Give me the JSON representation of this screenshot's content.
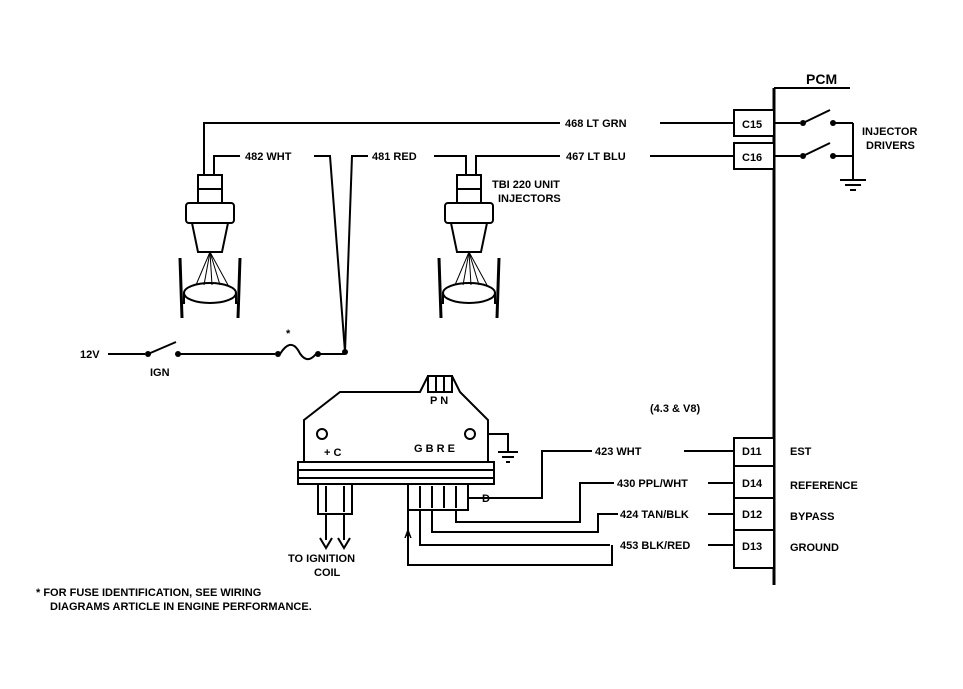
{
  "pcm": {
    "title": "PCM",
    "top_pins": [
      "C15",
      "C16"
    ],
    "bottom_pins": [
      "D11",
      "D14",
      "D12",
      "D13"
    ],
    "injector_label_1": "INJECTOR",
    "injector_label_2": "DRIVERS",
    "engine_note": "(4.3 & V8)"
  },
  "wires": {
    "w468": "468 LT GRN",
    "w467": "467 LT BLU",
    "w482": "482 WHT",
    "w481": "481 RED",
    "w423": "423 WHT",
    "w430": "430 PPL/WHT",
    "w424": "424 TAN/BLK",
    "w453": "453 BLK/RED"
  },
  "signals": {
    "d11": "EST",
    "d14": "REFERENCE",
    "d12": "BYPASS",
    "d13": "GROUND"
  },
  "injectors": {
    "label_1": "TBI 220 UNIT",
    "label_2": "INJECTORS"
  },
  "power": {
    "voltage": "12V",
    "switch": "IGN",
    "fuse_mark": "*"
  },
  "module": {
    "top_pins": "P N",
    "bottom_pins": "G B R E",
    "plus_c": "+ C",
    "pin_a": "A",
    "pin_d": "D",
    "coil_label_1": "TO IGNITION",
    "coil_label_2": "COIL"
  },
  "footnote": {
    "line1": "* FOR FUSE IDENTIFICATION, SEE WIRING",
    "line2": "DIAGRAMS ARTICLE IN ENGINE PERFORMANCE."
  }
}
